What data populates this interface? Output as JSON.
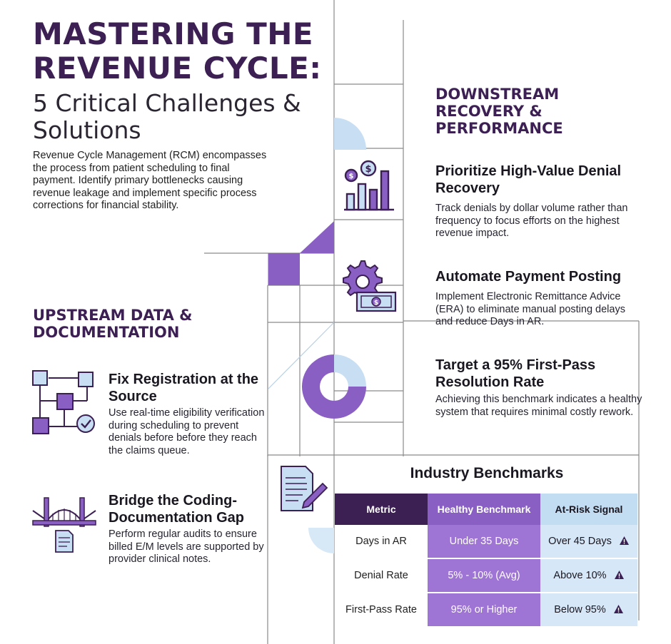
{
  "header": {
    "title": "MASTERING THE REVENUE CYCLE:",
    "subtitle": "5 Critical Challenges & Solutions",
    "intro": "Revenue Cycle Management (RCM) encompasses the process from patient scheduling to final payment. Identify primary bottlenecks causing revenue leakage and implement specific process corrections for financial stability."
  },
  "upstream": {
    "heading": "UPSTREAM DATA & DOCUMENTATION",
    "items": [
      {
        "title": "Fix Registration at the Source",
        "desc": "Use real-time eligibility verification during scheduling to prevent denials before before they reach the claims queue.",
        "icon": "workflow-icon"
      },
      {
        "title": "Bridge the Coding-Documentation Gap",
        "desc": "Perform regular audits to ensure billed E/M levels are supported by provider clinical notes.",
        "icon": "bridge-icon"
      }
    ]
  },
  "downstream": {
    "heading": "DOWNSTREAM RECOVERY & PERFORMANCE",
    "items": [
      {
        "title": "Prioritize High-Value Denial Recovery",
        "desc": "Track denials by dollar volume rather than frequency to focus efforts on the highest revenue impact.",
        "icon": "dollar-chart-icon"
      },
      {
        "title": "Automate Payment Posting",
        "desc": "Implement Electronic Remittance Advice (ERA) to eliminate manual posting delays and reduce Days in AR.",
        "icon": "gear-money-icon"
      },
      {
        "title": "Target a 95% First-Pass Resolution Rate",
        "desc": "Achieving this benchmark indicates a healthy system that requires minimal costly rework.",
        "icon": "donut-icon"
      }
    ]
  },
  "benchmarks": {
    "title": "Industry Benchmarks",
    "icon": "document-pen-icon",
    "headers": [
      "Metric",
      "Healthy Benchmark",
      "At-Risk Signal"
    ],
    "rows": [
      [
        "Days in AR",
        "Under 35 Days",
        "Over 45 Days"
      ],
      [
        "Denial Rate",
        "5% - 10% (Avg)",
        "Above 10%"
      ],
      [
        "First-Pass Rate",
        "95% or Higher",
        "Below 95%"
      ]
    ]
  },
  "colors": {
    "dark_purple": "#3c1f53",
    "purple": "#8a5fc4",
    "light_purple": "#9e74d4",
    "light_blue": "#c2dcf2"
  }
}
